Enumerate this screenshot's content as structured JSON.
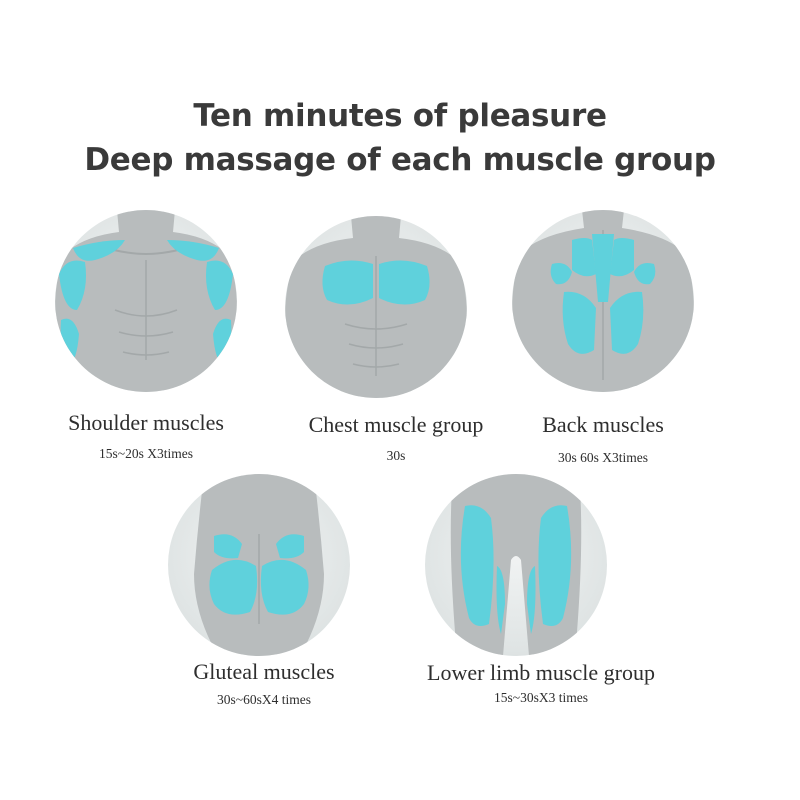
{
  "heading": {
    "line1": "Ten minutes of pleasure",
    "line2": "Deep massage of each muscle group"
  },
  "colors": {
    "highlight": "#5fd1dc",
    "body": "#b8bcbd",
    "background": "#ffffff"
  },
  "groups": [
    {
      "name": "Shoulder muscles",
      "duration": "15s~20s X3times",
      "icon": "torso-front-shoulders"
    },
    {
      "name": "Chest muscle group",
      "duration": "30s",
      "icon": "torso-front-chest"
    },
    {
      "name": "Back muscles",
      "duration": "30s 60s X3times",
      "icon": "torso-back"
    },
    {
      "name": "Gluteal muscles",
      "duration": "30s~60sX4 times",
      "icon": "hips-back-glutes"
    },
    {
      "name": "Lower limb muscle group",
      "duration": "15s~30sX3 times",
      "icon": "legs-front-thighs"
    }
  ]
}
